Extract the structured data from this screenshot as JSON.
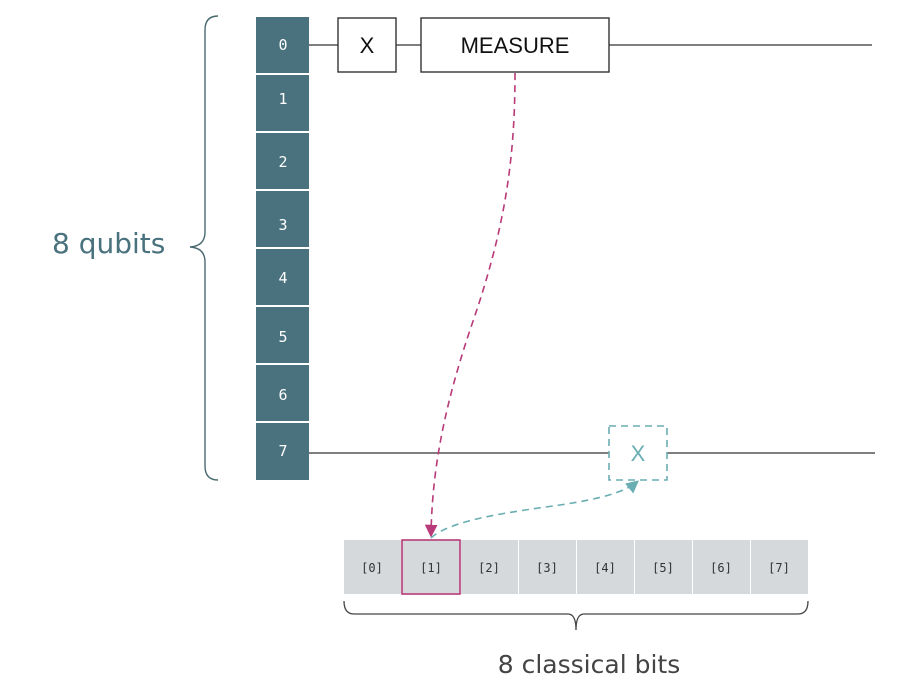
{
  "qubits": [
    "0",
    "1",
    "2",
    "3",
    "4",
    "5",
    "6",
    "7"
  ],
  "classical_bits": [
    "[0]",
    "[1]",
    "[2]",
    "[3]",
    "[4]",
    "[5]",
    "[6]",
    "[7]"
  ],
  "gates": {
    "x_gate": "X",
    "measure_gate": "MEASURE",
    "conditional_x_gate": "X"
  },
  "labels": {
    "qubits_label": "8 qubits",
    "bits_label": "8 classical bits"
  },
  "colors": {
    "qubit_cell": "#4a727e",
    "classical_cell": "#d5d9dc",
    "measure_arrow": "#b83a78",
    "conditional_arrow": "#6aaeb3",
    "highlighted_bit_border": "#b83a78"
  },
  "highlighted_bit_index": 1
}
